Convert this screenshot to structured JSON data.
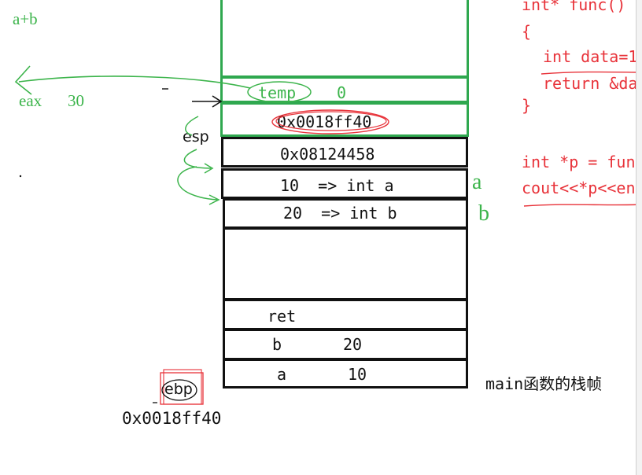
{
  "left_notes": {
    "a_plus_b": "a+b",
    "eax_label": "eax",
    "eax_value": "30",
    "esp_label": "esp",
    "ebp_label": "ebp",
    "ebp_address": "0x0018ff40"
  },
  "stack": {
    "temp_name": "temp",
    "temp_value": "0",
    "saved_ebp": "0x0018ff40",
    "return_address": "0x08124458",
    "param_a": "10  => int a",
    "param_b": "20  => int b",
    "main_ret": "ret",
    "main_b_name": "b",
    "main_b_value": "20",
    "main_a_name": "a",
    "main_a_value": "10"
  },
  "annotations": {
    "a_mark": "a",
    "b_mark": "b",
    "main_frame_label": "main函数的栈帧"
  },
  "code": {
    "line1": "int* func()",
    "line2": "{",
    "line3": "int data=1",
    "line4": "return &da",
    "line5": "}",
    "line6": "int *p = fun",
    "line7": "cout<<*p<<en"
  },
  "colors": {
    "green": "#3cb44b",
    "red": "#e8333a",
    "black": "#111111"
  }
}
